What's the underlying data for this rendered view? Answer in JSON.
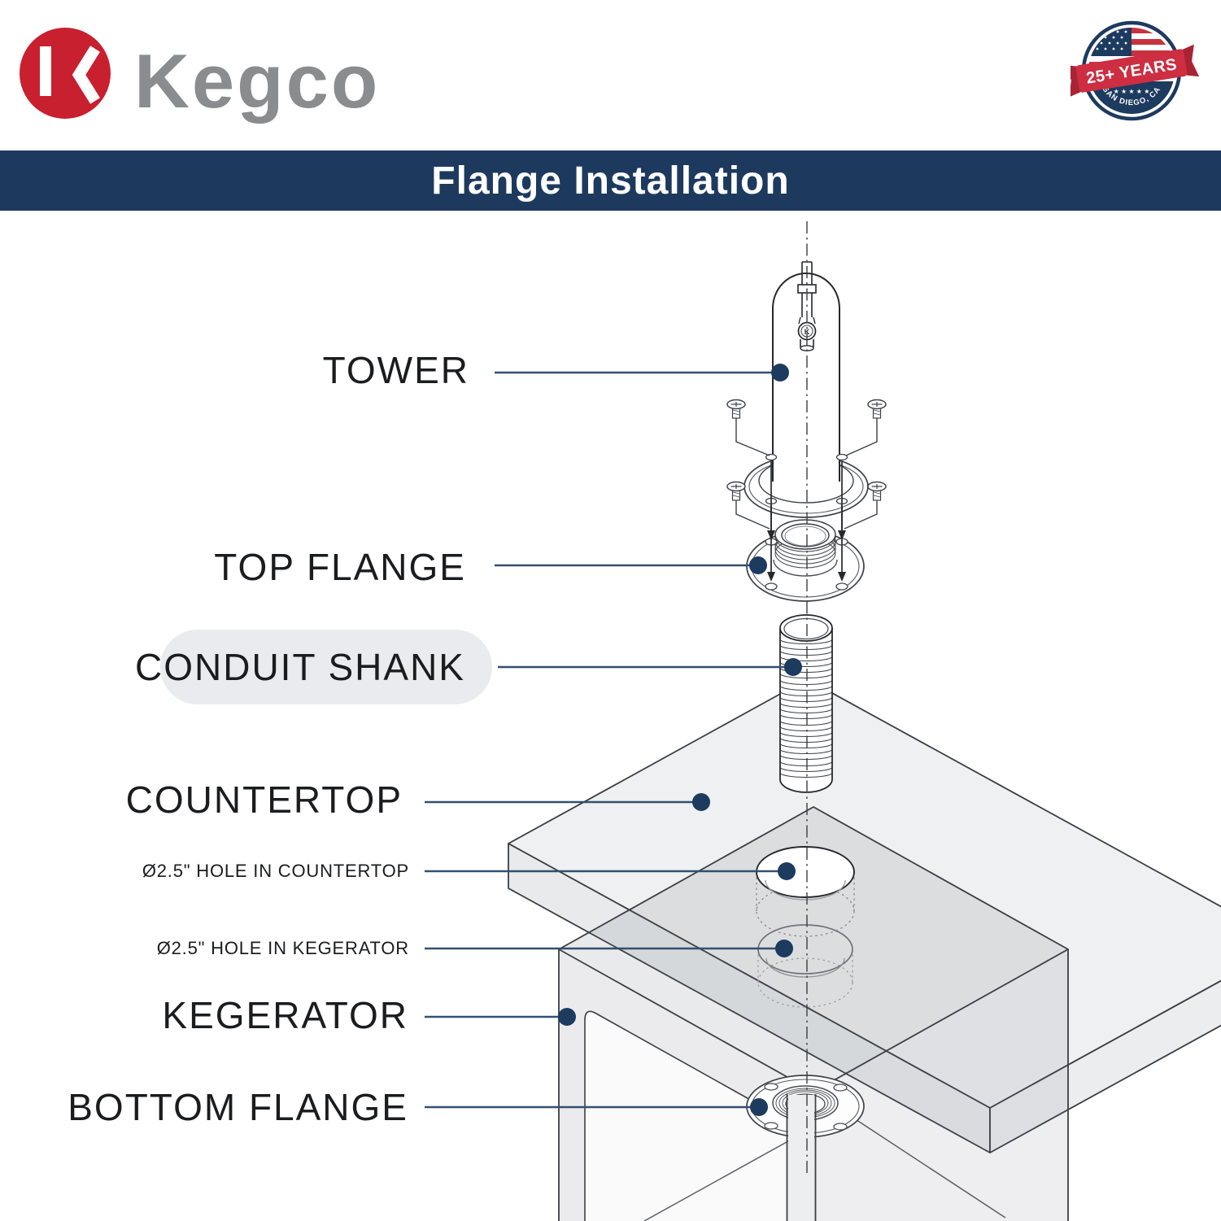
{
  "header": {
    "brand": "Kegco",
    "logo_letter": "K",
    "badge": {
      "years": "25+ YEARS",
      "stars": "★ ★ ★ ★ ★",
      "location": "SAN DIEGO, CA"
    }
  },
  "title_bar": {
    "title": "Flange Installation"
  },
  "labels": {
    "tower": "TOWER",
    "top_flange": "TOP FLANGE",
    "conduit_shank": "CONDUIT SHANK",
    "countertop": "COUNTERTOP",
    "hole_countertop": "Ø2.5\" HOLE IN COUNTERTOP",
    "hole_kegerator": "Ø2.5\" HOLE IN KEGERATOR",
    "kegerator": "KEGERATOR",
    "bottom_flange": "BOTTOM FLANGE"
  },
  "colors": {
    "navy": "#1d3a5e",
    "brand_red": "#c8202f",
    "brand_gray": "#8a8c8e",
    "leader_line": "#32506f",
    "pill_bg": "#e9ebee",
    "countertop_fill": "#eff0f2",
    "line_dark": "#2e3136"
  }
}
